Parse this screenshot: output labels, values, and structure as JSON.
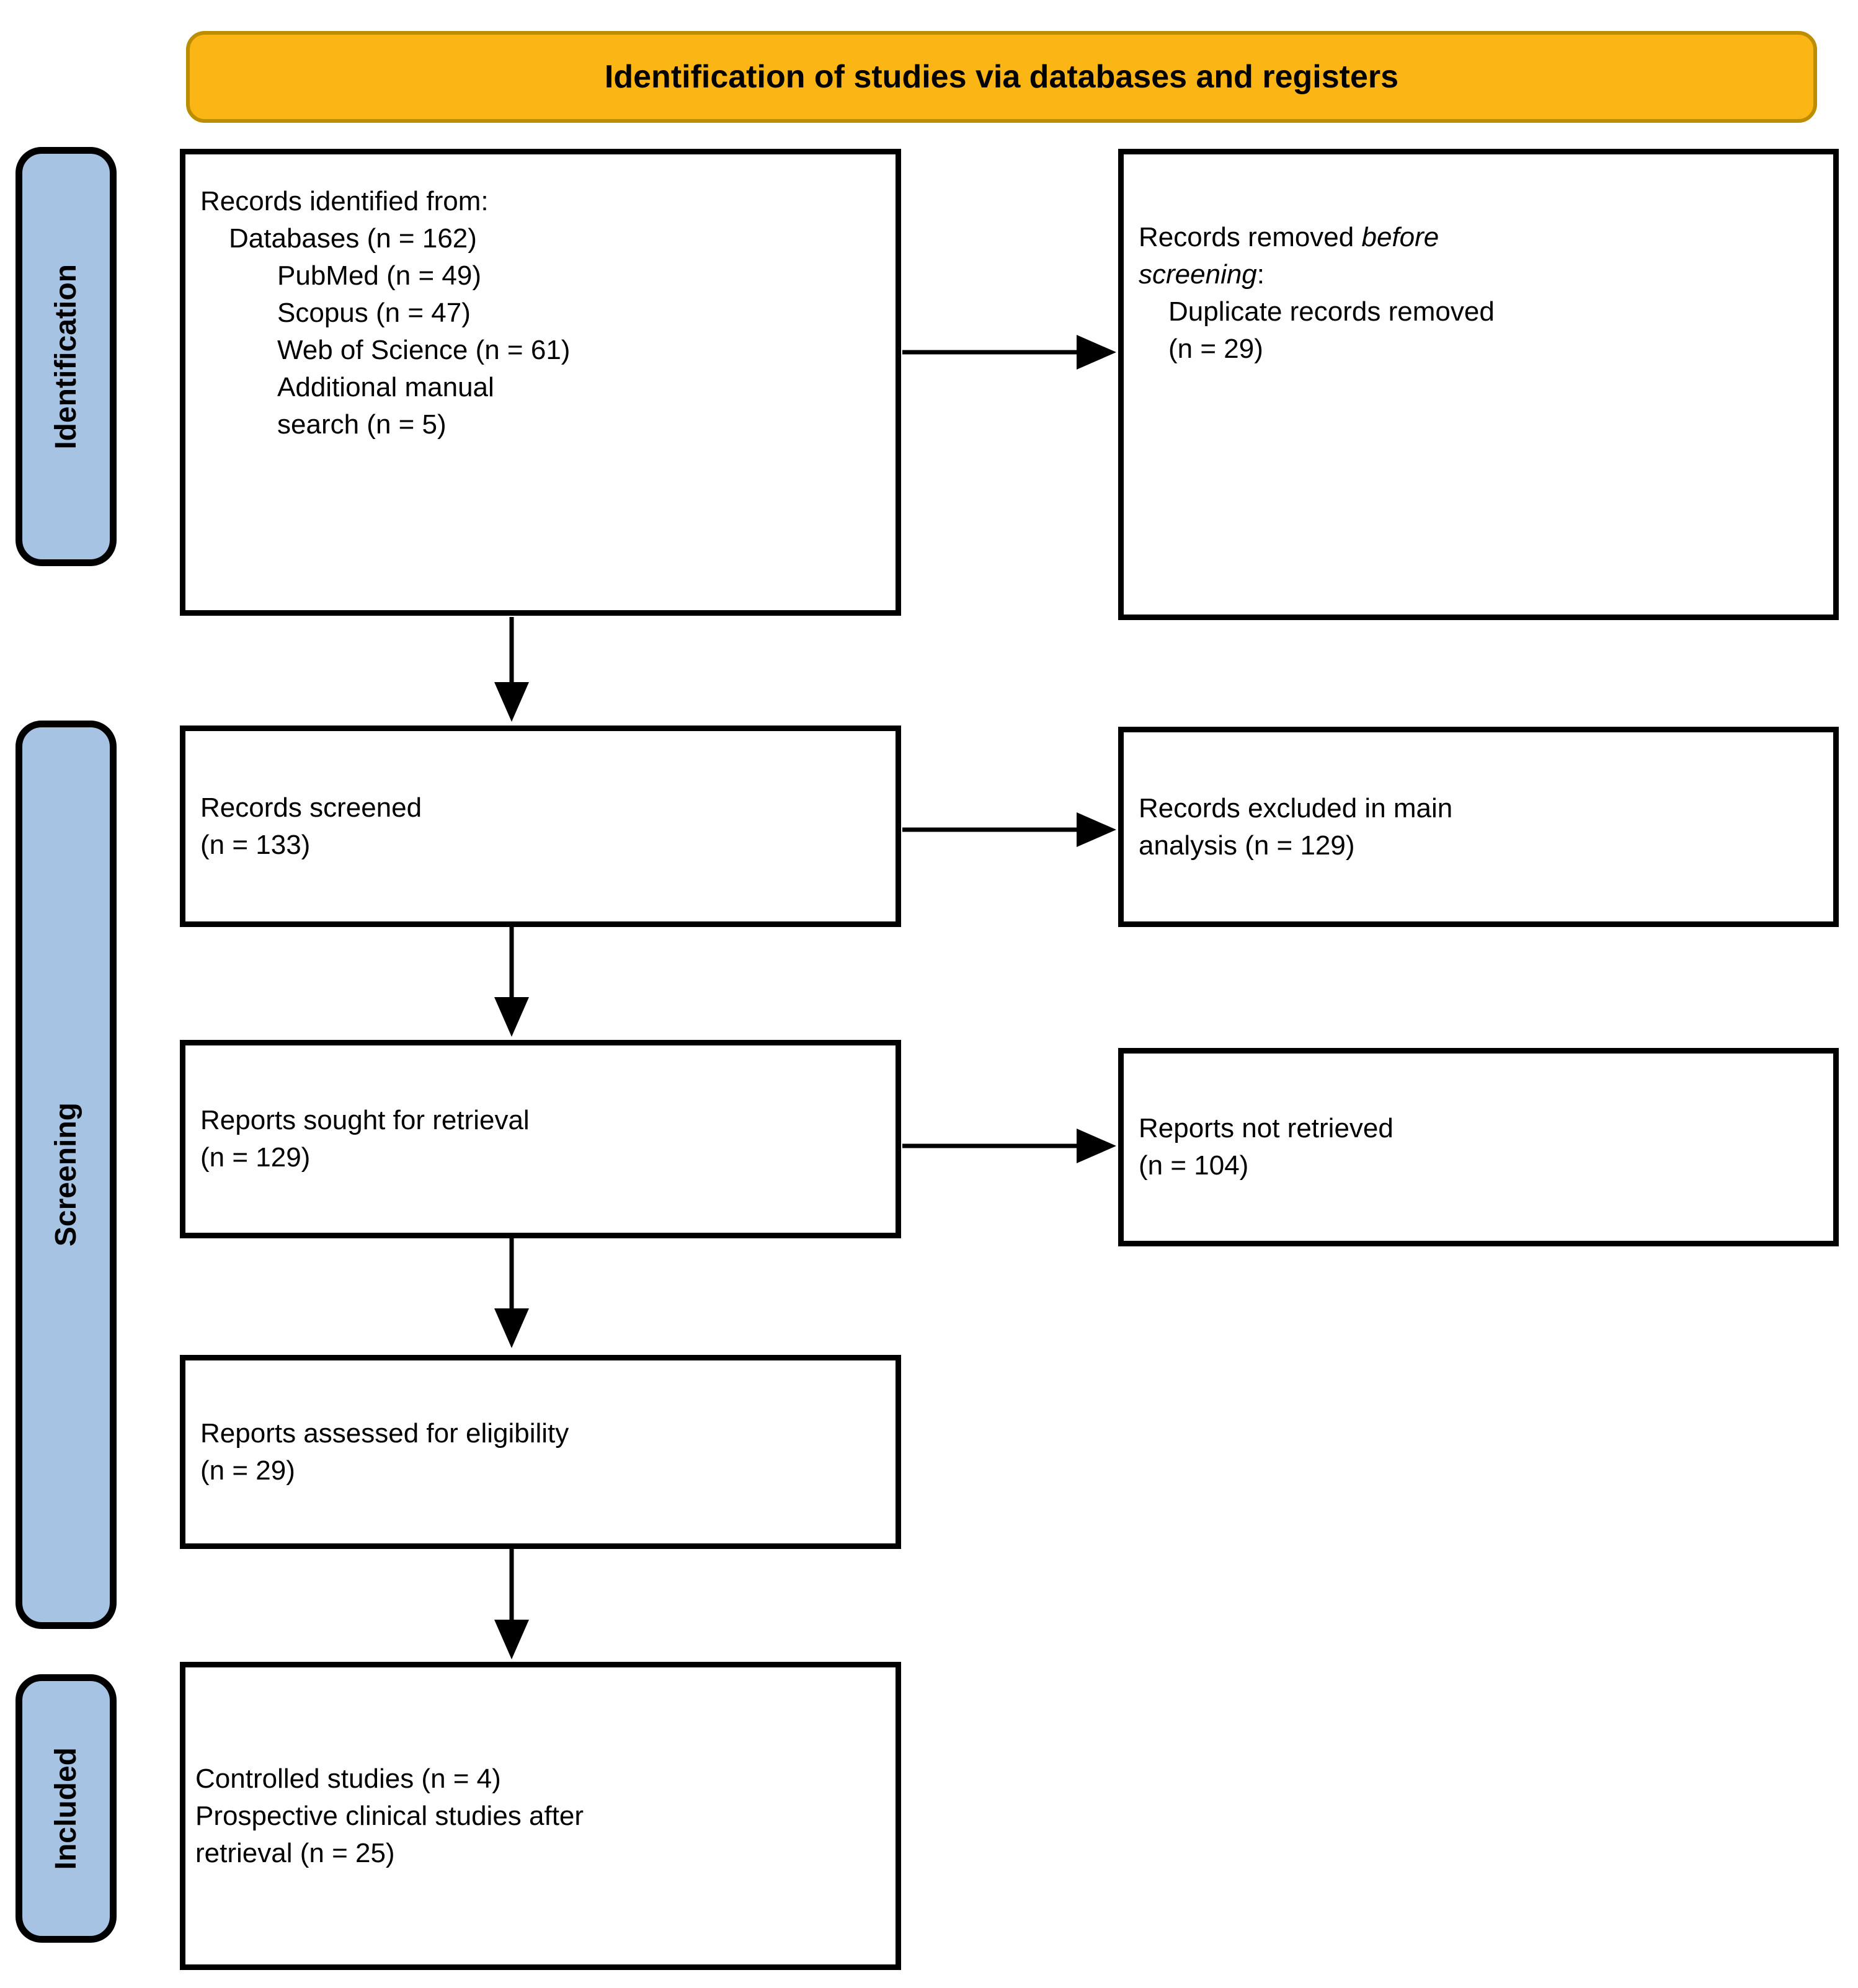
{
  "colors": {
    "banner-fill": "#FBB615",
    "banner-border": "#BD8D00",
    "stage-fill": "#A6C3E3",
    "box-border": "#000000"
  },
  "banner": {
    "title": "Identification of studies via databases and registers"
  },
  "stages": {
    "identification": "Identification",
    "screening": "Screening",
    "included": "Included"
  },
  "flow": {
    "identified": {
      "line1": "Records identified from:",
      "line2": "Databases (n = 162)",
      "line3": "PubMed (n = 49)",
      "line4": "Scopus (n = 47)",
      "line5": "Web of Science (n = 61)",
      "line6": "Additional manual",
      "line7": "search (n = 5)"
    },
    "removed": {
      "line1_normal": "Records removed ",
      "line1_italic": "before",
      "line2_italic": "screening",
      "line2_normal": ":",
      "line3": "Duplicate records removed",
      "line4": "(n = 29)"
    },
    "screened": {
      "line1": "Records screened",
      "line2": "(n = 133)"
    },
    "excluded": {
      "line1": "Records excluded in main",
      "line2": "analysis (n = 129)"
    },
    "sought": {
      "line1": "Reports sought for retrieval",
      "line2": "(n = 129)"
    },
    "not_retrieved": {
      "line1": "Reports not retrieved",
      "line2": "(n = 104)"
    },
    "assessed": {
      "line1": "Reports assessed for eligibility",
      "line2": "(n = 29)"
    },
    "included_studies": {
      "line1": "Controlled studies (n = 4)",
      "line2": "Prospective clinical studies after",
      "line3": "retrieval (n = 25)"
    }
  }
}
